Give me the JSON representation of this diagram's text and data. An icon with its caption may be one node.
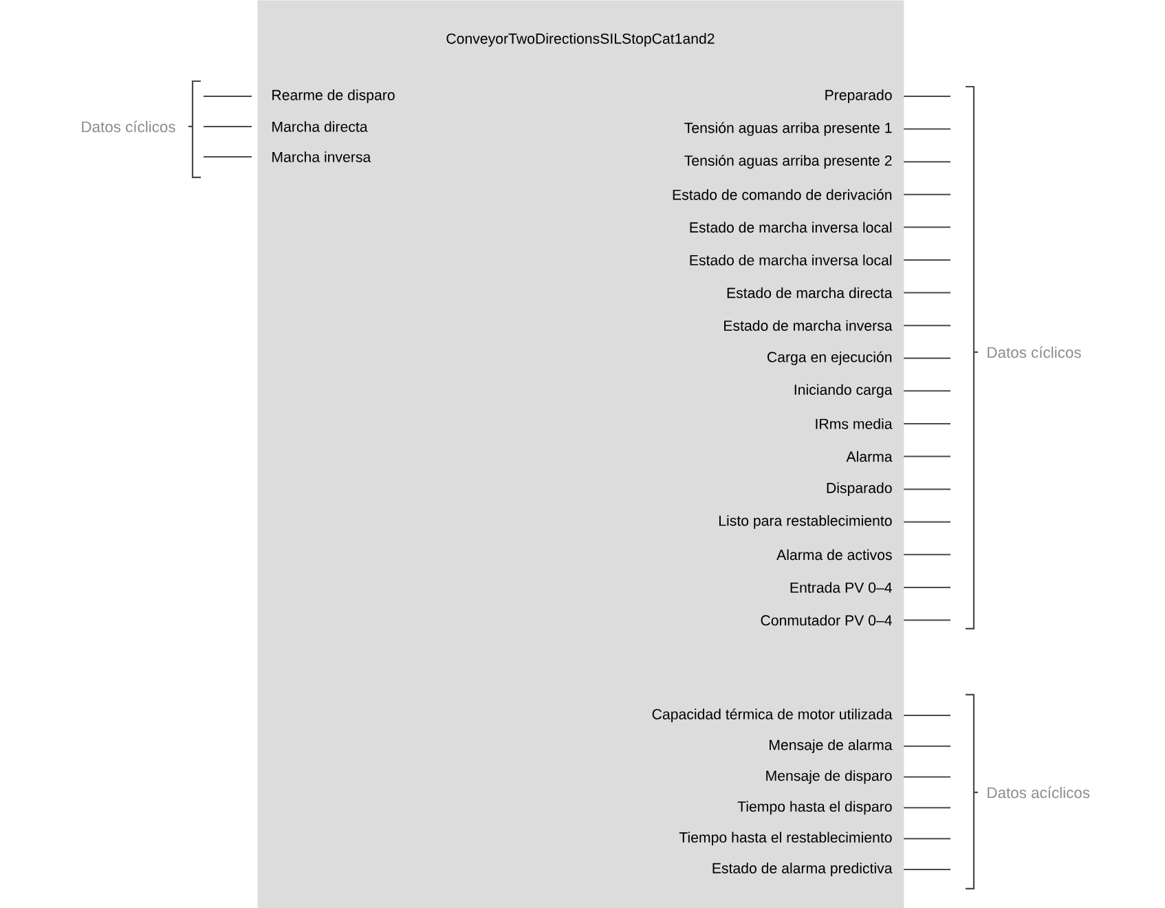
{
  "diagram": {
    "nodes": [
      {
        "text": [
          "ConveyorTwoDirectionsSILStopCat1and2",
          "Rearme de disparo",
          "Marcha directa",
          "Marcha inversa",
          "Preparado",
          "Tensión aguas arriba presente 1",
          "Tensión aguas arriba presente 2",
          "Estado de comando de derivación",
          "Estado de marcha inversa local",
          "Estado de marcha inversa local",
          "Estado de marcha directa",
          "Estado de marcha inversa",
          "Carga en ejecución",
          "Iniciando carga",
          "IRms media",
          "Alarma",
          "Disparado",
          "Listo para restablecimiento",
          "Alarma de activos",
          "Entrada PV 0–4",
          "Conmutador PV 0–4",
          "Capacidad térmica de motor utilizada",
          "Mensaje de alarma",
          "Mensaje de disparo",
          "Tiempo hasta el disparo",
          "Tiempo hasta el restablecimiento",
          "Estado de alarma predictiva"
        ]
      }
    ],
    "labels": [
      "Datos cíclicos",
      "Datos cíclicos",
      "Datos acíclicos"
    ]
  }
}
